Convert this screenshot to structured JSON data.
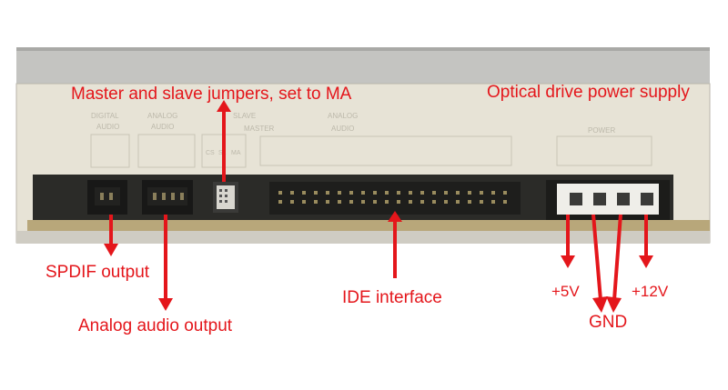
{
  "annotations": {
    "jumpers": "Master and slave jumpers, set to MA",
    "power": "Optical drive power supply",
    "spdif": "SPDIF output",
    "analog": "Analog audio output",
    "ide": "IDE interface",
    "plus5": "+5V",
    "plus12": "+12V",
    "gnd": "GND"
  },
  "panel_print": {
    "digital": "DIGITAL",
    "digital_sub": "AUDIO",
    "analog": "ANALOG",
    "analog_sub": "AUDIO",
    "slave": "SLAVE",
    "master": "MASTER",
    "cs": "CS",
    "sl": "SL",
    "ma": "MA",
    "power": "POWER"
  },
  "colors": {
    "annotation": "#e4161b",
    "panel": "#e7e3d6",
    "bezel": "#c9c9c6",
    "slot": "#2b2b28",
    "pcb": "#b8a77a"
  }
}
